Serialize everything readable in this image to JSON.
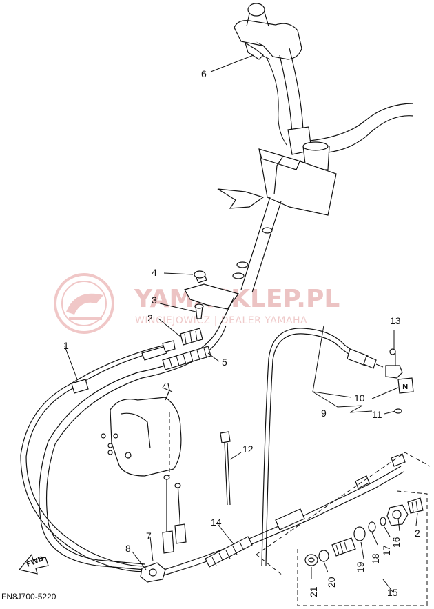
{
  "watermark": {
    "brand": "YAMASKLEP.PL",
    "tagline": "WINCIEJOWICZ | DEALER YAMAHA"
  },
  "callouts": {
    "c1": "1",
    "c2": "2",
    "c2b": "2",
    "c3": "3",
    "c4": "4",
    "c5": "5",
    "c6": "6",
    "c7": "7",
    "c8": "8",
    "c9": "9",
    "c10": "10",
    "c11": "11",
    "c12": "12",
    "c13": "13",
    "c14": "14",
    "c15": "15",
    "c16": "16",
    "c17": "17",
    "c18": "18",
    "c19": "19",
    "c20": "20",
    "c21": "21"
  },
  "fwd_label": "FWD",
  "neutral_symbol": "N",
  "diagram_code": "FN8J700-5220",
  "colors": {
    "line": "#111111",
    "watermark": "#e9b9b9"
  }
}
